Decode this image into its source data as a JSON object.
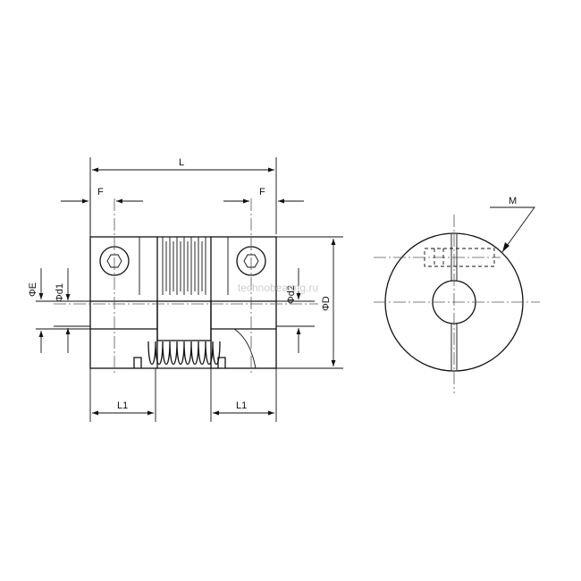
{
  "labels": {
    "L": "L",
    "F_left": "F",
    "F_right": "F",
    "L1_left": "L1",
    "L1_right": "L1",
    "phiE": "ΦE",
    "phid1": "Φd1",
    "phid2": "Φd2",
    "phiD": "ΦD",
    "M": "M"
  },
  "watermark": "technobearing.ru"
}
